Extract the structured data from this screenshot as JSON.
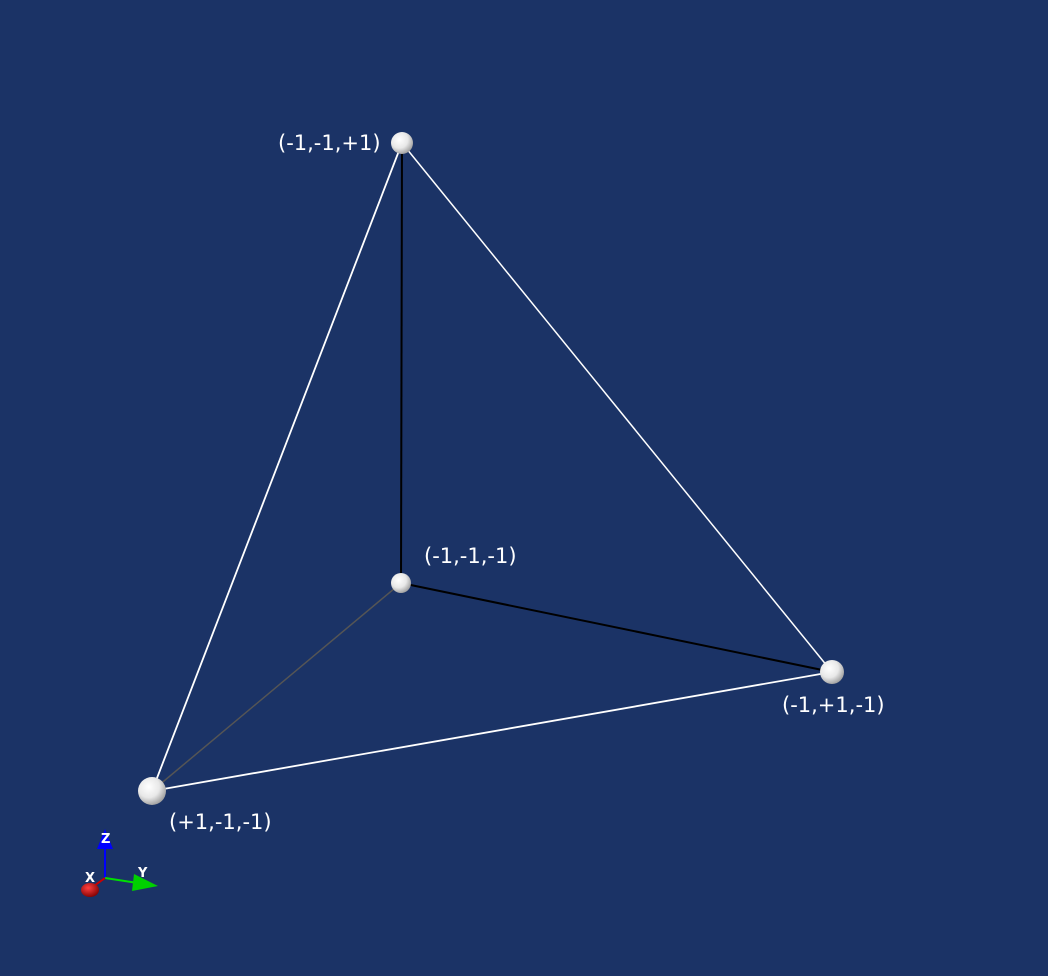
{
  "vertices": [
    {
      "id": "top",
      "label": "(-1,-1,+1)"
    },
    {
      "id": "back",
      "label": "(-1,-1,-1)"
    },
    {
      "id": "right",
      "label": "(-1,+1,-1)"
    },
    {
      "id": "front",
      "label": "(+1,-1,-1)"
    }
  ],
  "edges": [
    {
      "id": "top-front",
      "color": "#ffffff"
    },
    {
      "id": "top-right",
      "color": "#ffffff"
    },
    {
      "id": "front-right",
      "color": "#ffffff"
    },
    {
      "id": "top-back",
      "color": "#000000"
    },
    {
      "id": "back-right",
      "color": "#000000"
    },
    {
      "id": "back-front",
      "color": "#555555"
    }
  ],
  "axes": {
    "x_label": "X",
    "y_label": "Y",
    "z_label": "Z",
    "x_color": "#cc0000",
    "y_color": "#00e000",
    "z_color": "#0000ff"
  },
  "colors": {
    "background": "#1b3366",
    "vertex": "#ffffff"
  }
}
